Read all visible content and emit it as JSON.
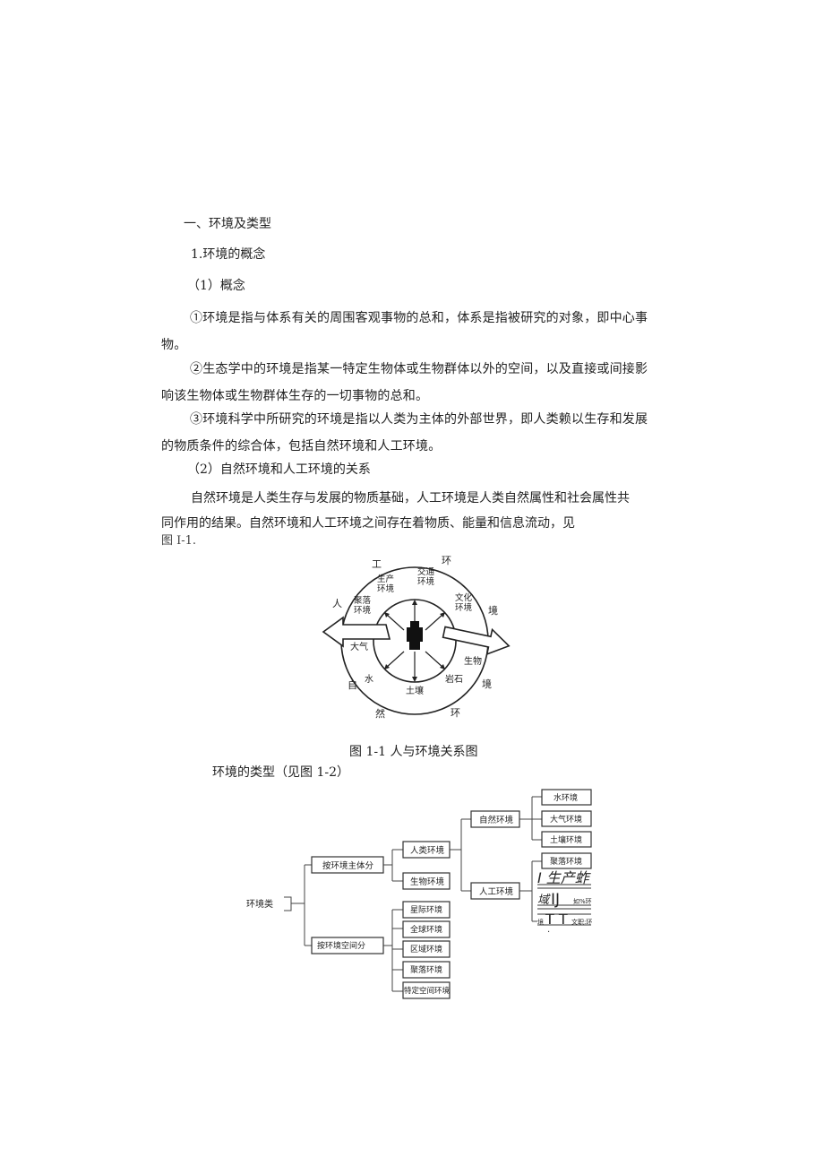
{
  "document": {
    "heading1": "一、环境及类型",
    "heading2": "1.环境的概念",
    "heading3": "（1）概念",
    "paragraphs": {
      "p1": "①环境是指与体系有关的周围客观事物的总和，体系是指被研究的对象，即中心事物。",
      "p2": "②生态学中的环境是指某一特定生物体或生物群体以外的空间，以及直接或间接影响该生物体或生物群体生存的一切事物的总和。",
      "p3": "③环境科学中所研究的环境是指以人类为主体的外部世界，即人类赖以生存和发展的物质条件的综合体，包括自然环境和人工环境。"
    },
    "heading4": "（2）自然环境和人工环境的关系",
    "p4_line1": "自然环境是人类生存与发展的物质基础，人工环境是人类自然属性和社会属性共",
    "p4_line2": "同作用的结果。自然环境和人工环境之间存在着物质、能量和信息流动，见",
    "p4_line3": "图 I-1.",
    "figure1": {
      "caption": "图 1-1 人与环境关系图",
      "outer_ring_top": [
        "人",
        "工",
        "环",
        "境"
      ],
      "outer_ring_bottom": [
        "自",
        "然",
        "环",
        "境"
      ],
      "artificial_items": [
        "聚落环境",
        "生产环境",
        "交通环境",
        "文化环境"
      ],
      "natural_items": [
        "大气",
        "水",
        "土壤",
        "岩石",
        "生物"
      ],
      "center_icon": "human-figure-icon"
    },
    "types_intro": "环境的类型（见图 1-2）",
    "figure2": {
      "root": "环境类",
      "branch1": {
        "label": "按环境主体分",
        "children": [
          "人类环境",
          "生物环境"
        ]
      },
      "human_env_children": {
        "natural": {
          "label": "自然环境",
          "children": [
            "水环境",
            "大气环境",
            "土壤环境"
          ]
        },
        "artificial": {
          "label": "人工环境",
          "children": [
            "聚落环境"
          ]
        }
      },
      "branch2": {
        "label": "按环境空间分",
        "children": [
          "星际环境",
          "全球环境",
          "区域环境",
          "聚落环境",
          "特定空间环境"
        ]
      },
      "garbled": {
        "g1": "I 生产蚱",
        "g2": "域",
        "g3": "IJ",
        "g4": "如%环",
        "g5": "境",
        "g6": "T T",
        "g7": "文职:环",
        "g8": "."
      }
    }
  }
}
